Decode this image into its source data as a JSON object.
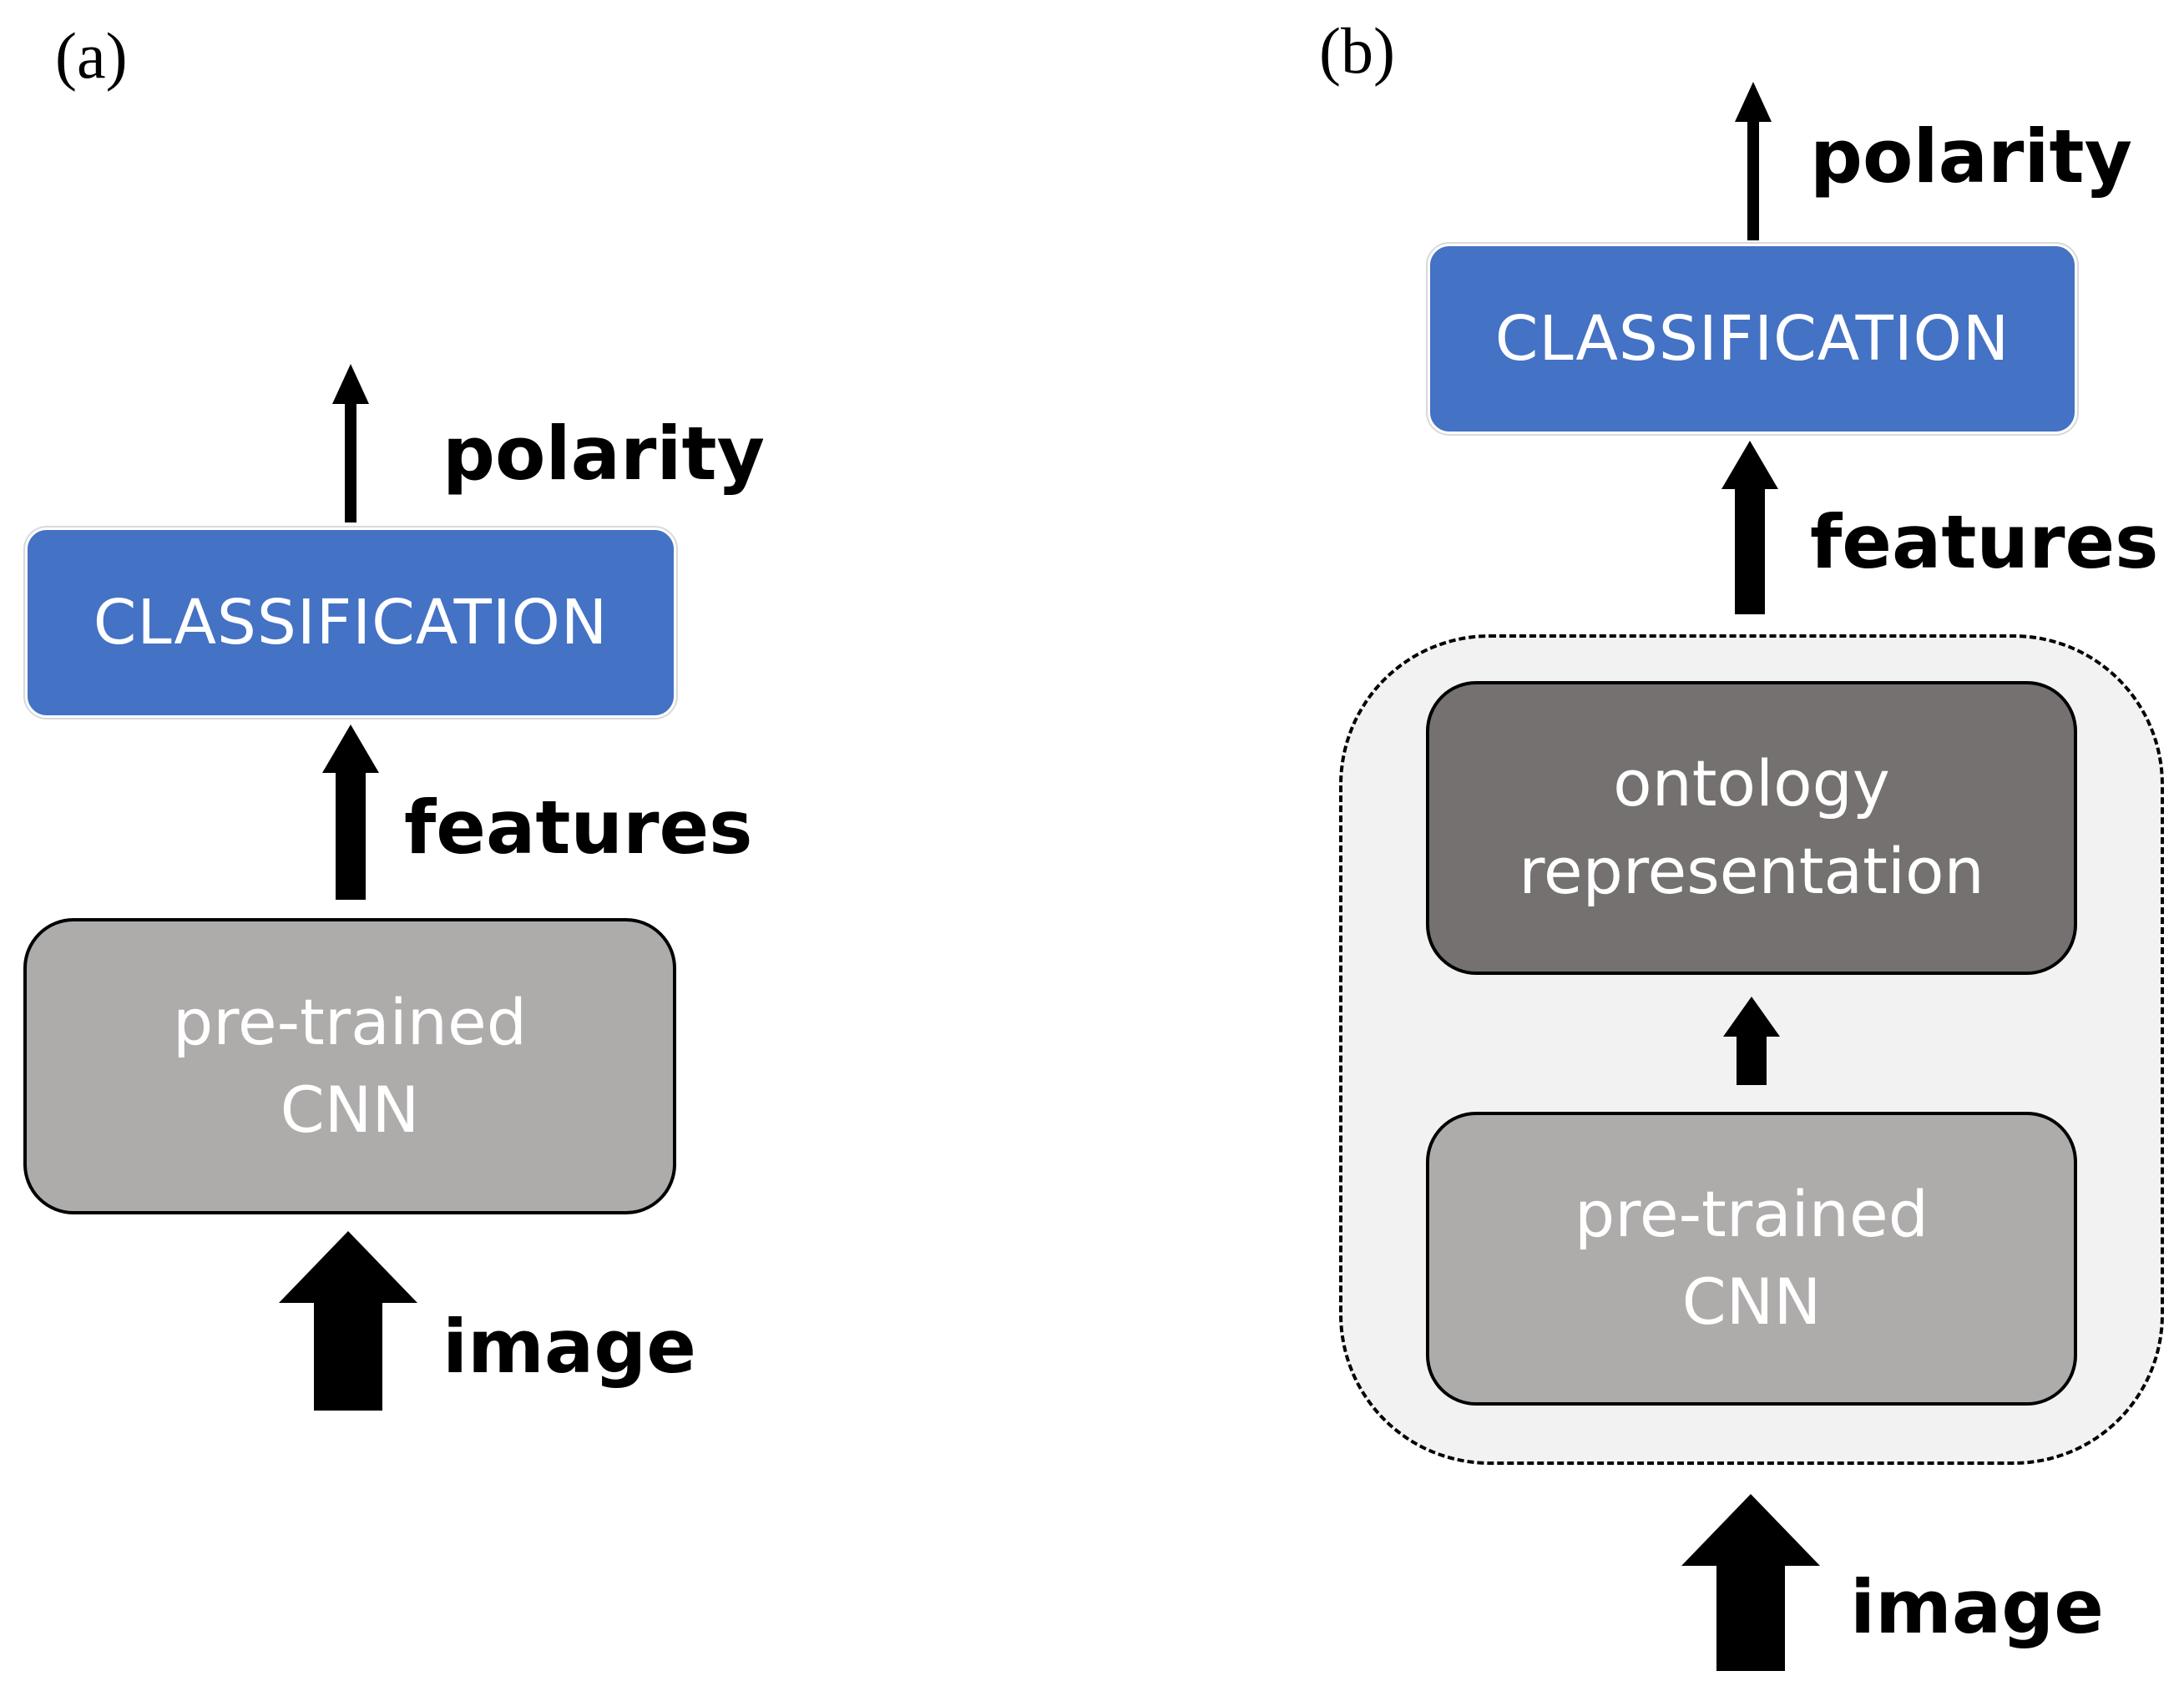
{
  "panels": {
    "a": {
      "label": "(a)",
      "classification": "CLASSIFICATION",
      "cnn_line1": "pre-trained",
      "cnn_line2": "CNN",
      "output_label": "polarity",
      "features_label": "features",
      "input_label": "image"
    },
    "b": {
      "label": "(b)",
      "classification": "CLASSIFICATION",
      "ontology_line1": "ontology",
      "ontology_line2": "representation",
      "cnn_line1": "pre-trained",
      "cnn_line2": "CNN",
      "output_label": "polarity",
      "features_label": "features",
      "input_label": "image"
    }
  },
  "colors": {
    "classification": "#4472c4",
    "cnn": "#aeabab",
    "ontology": "#757171",
    "group_background": "#f2f2f2"
  }
}
